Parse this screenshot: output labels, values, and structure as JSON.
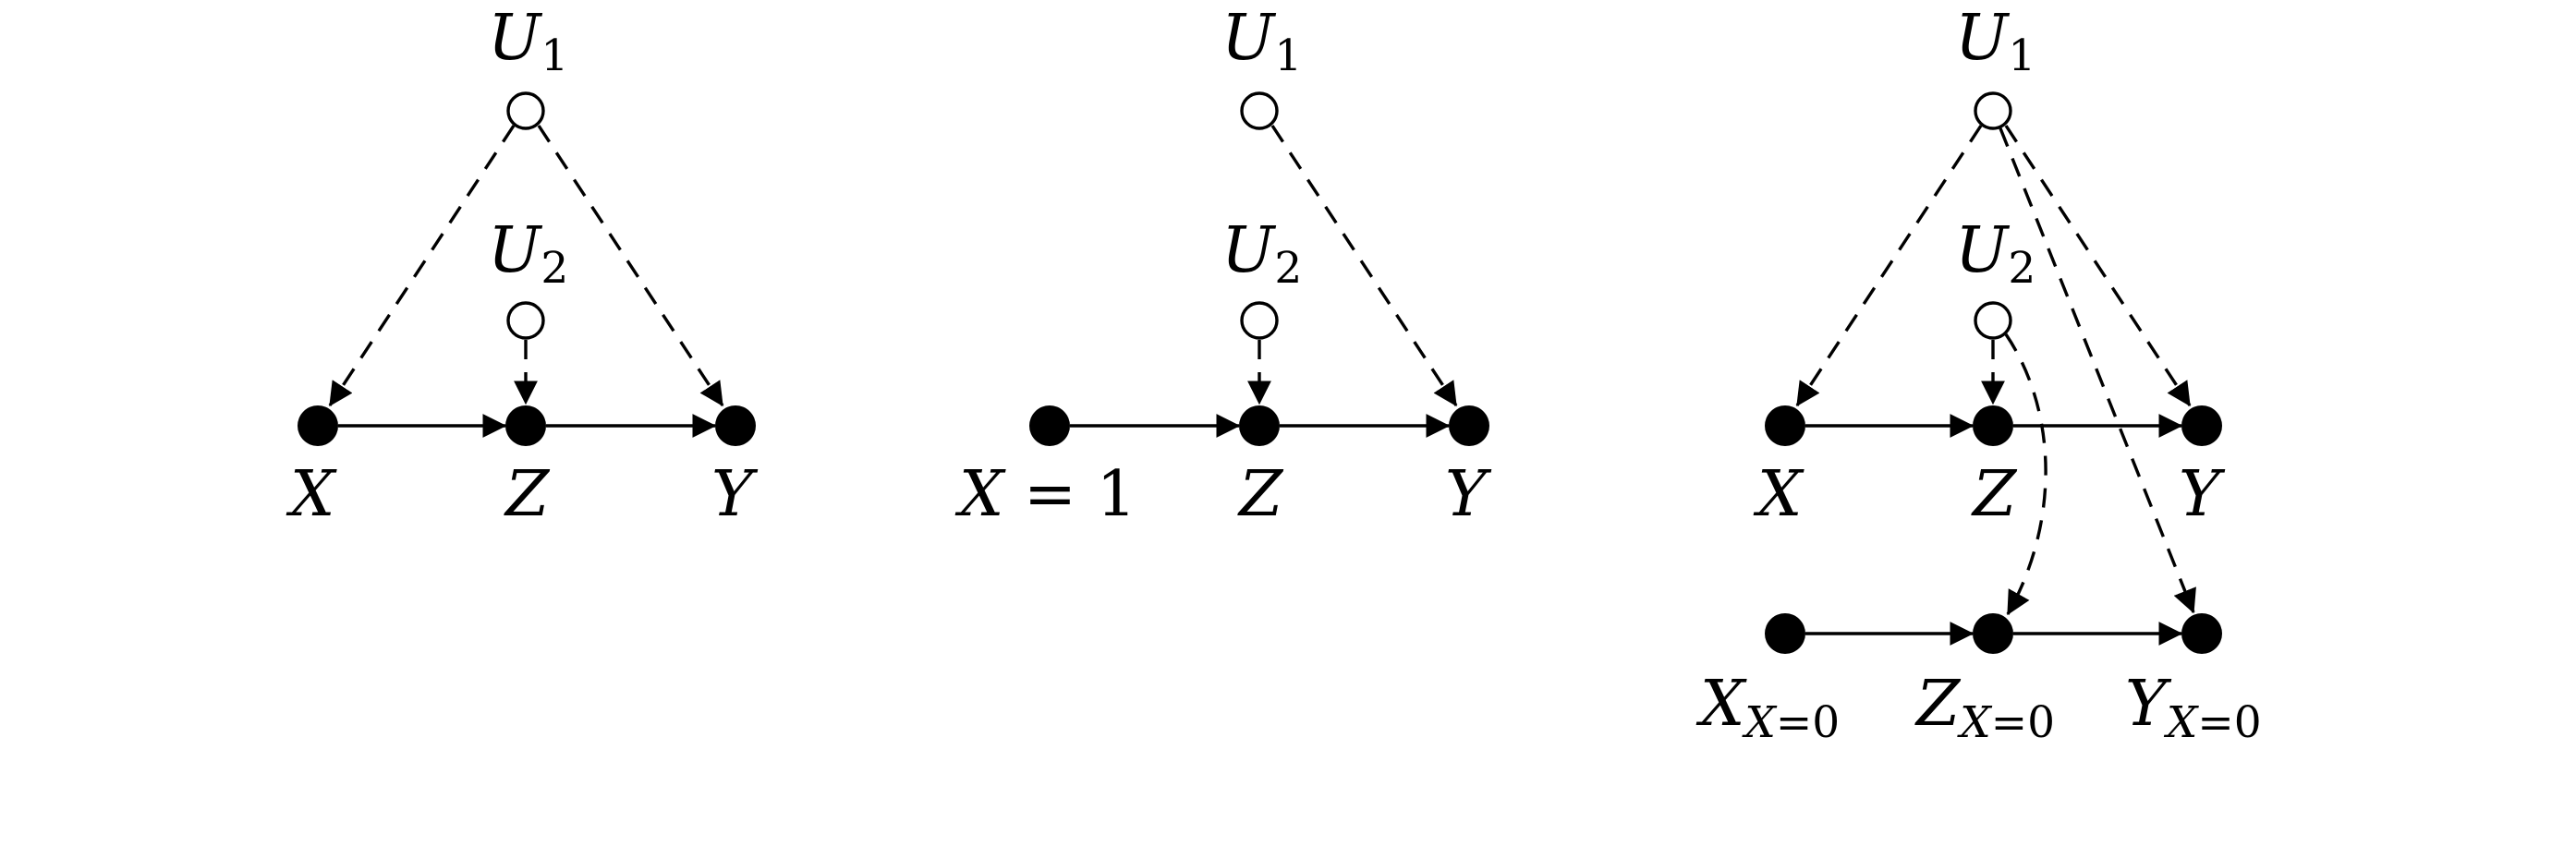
{
  "diagrams": [
    {
      "nodes": {
        "u1": {
          "var": "U",
          "sub": "1"
        },
        "u2": {
          "var": "U",
          "sub": "2"
        },
        "x": {
          "var": "X"
        },
        "z": {
          "var": "Z"
        },
        "y": {
          "var": "Y"
        }
      }
    },
    {
      "nodes": {
        "u1": {
          "var": "U",
          "sub": "1"
        },
        "u2": {
          "var": "U",
          "sub": "2"
        },
        "x": {
          "var": "X",
          "rest": " = 1"
        },
        "z": {
          "var": "Z"
        },
        "y": {
          "var": "Y"
        }
      }
    },
    {
      "nodes": {
        "u1": {
          "var": "U",
          "sub": "1"
        },
        "u2": {
          "var": "U",
          "sub": "2"
        },
        "x": {
          "var": "X"
        },
        "z": {
          "var": "Z"
        },
        "y": {
          "var": "Y"
        },
        "x0": {
          "var": "X",
          "sub_var": "X",
          "sub_rest": "=0"
        },
        "z0": {
          "var": "Z",
          "sub_var": "X",
          "sub_rest": "=0"
        },
        "y0": {
          "var": "Y",
          "sub_var": "X",
          "sub_rest": "=0"
        }
      }
    }
  ]
}
